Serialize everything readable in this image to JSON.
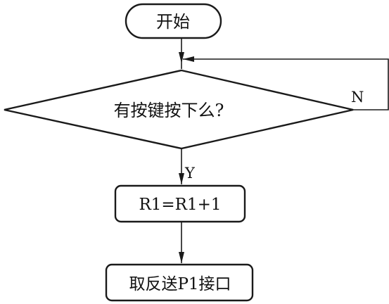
{
  "flowchart": {
    "start": "开始",
    "decision": "有按键按下么?",
    "no_label": "N",
    "yes_label": "Y",
    "process": "R1=R1+1",
    "output": "取反送P1接口"
  }
}
